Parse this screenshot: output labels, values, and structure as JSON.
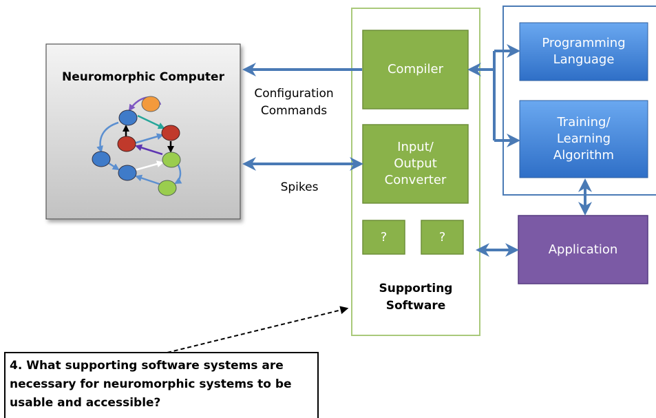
{
  "neuromorphic": {
    "title": "Neuromorphic Computer"
  },
  "links": {
    "configuration": "Configuration\nCommands",
    "spikes": "Spikes"
  },
  "supporting": {
    "compiler": "Compiler",
    "io_converter": "Input/\nOutput\nConverter",
    "unknown_1": "?",
    "unknown_2": "?",
    "label": "Supporting\nSoftware"
  },
  "tools": {
    "programming_language": "Programming\nLanguage",
    "training_algorithm": "Training/\nLearning\nAlgorithm",
    "application": "Application"
  },
  "question": {
    "text": "4. What supporting software systems are necessary for neuromorphic systems to be usable and accessible?"
  },
  "colors": {
    "arrow": "#4a7ab5",
    "green_box": "#8ab24a",
    "blue_box": "#4a8ad8",
    "purple_box": "#7b5aa5",
    "green_frame": "#a9c97a",
    "blue_frame": "#4a7ab5"
  }
}
